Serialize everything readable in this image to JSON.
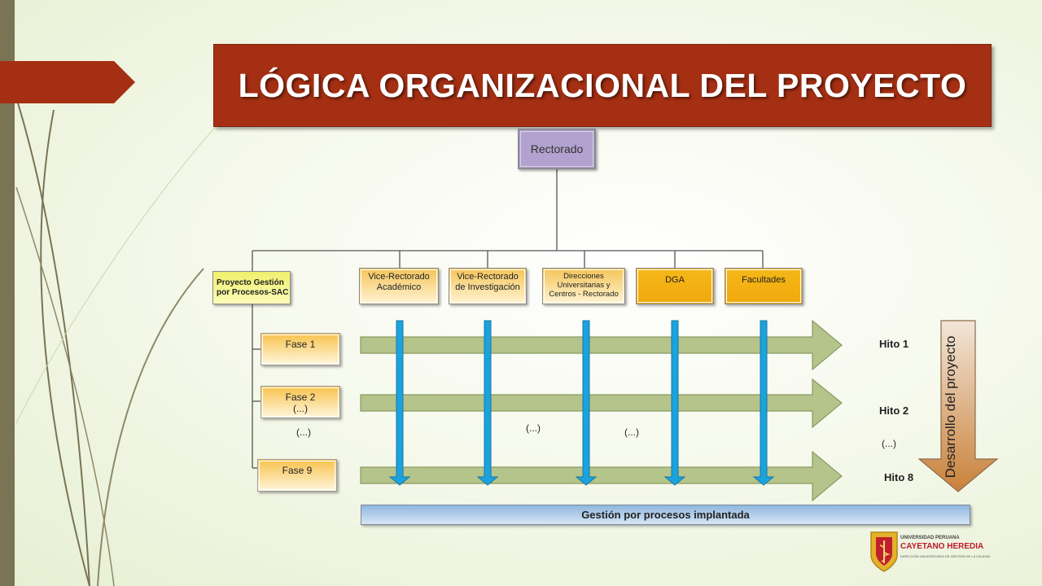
{
  "title": "LÓGICA ORGANIZACIONAL DEL PROYECTO",
  "top_node": "Rectorado",
  "project_node": {
    "line1": "Proyecto Gestión",
    "line2": "por Procesos-SAC"
  },
  "units": [
    {
      "line1": "Vice-Rectorado",
      "line2": "Académico"
    },
    {
      "line1": "Vice-Rectorado",
      "line2": "de Investigación"
    },
    {
      "line1": "Direcciones",
      "line2": "Universitarias y",
      "line3": "Centros - Rectorado"
    },
    {
      "line1": "DGA"
    },
    {
      "line1": "Facultades"
    }
  ],
  "phases": [
    {
      "line1": "Fase 1"
    },
    {
      "line1": "Fase 2",
      "line2": "(...)"
    },
    {
      "line1": "Fase 9"
    }
  ],
  "ellipsis": "(...)",
  "milestones": [
    "Hito 1",
    "Hito 2",
    "Hito 8"
  ],
  "development_label": "Desarrollo del proyecto",
  "bottom_bar": "Gestión por procesos implantada",
  "logo": {
    "line1": "UNIVERSIDAD PERUANA",
    "line2": "CAYETANO HEREDIA",
    "line3": "DIRECCIÓN UNIVERSITARIA DE GESTIÓN DE LA CALIDAD"
  },
  "colors": {
    "title_bg": "#a52f13",
    "rectorado": "#b3a2cf",
    "phase_arrow": "#b4c48a",
    "down_arrow": "#1ba3de",
    "bottom_bar": "#8fb7e0"
  }
}
